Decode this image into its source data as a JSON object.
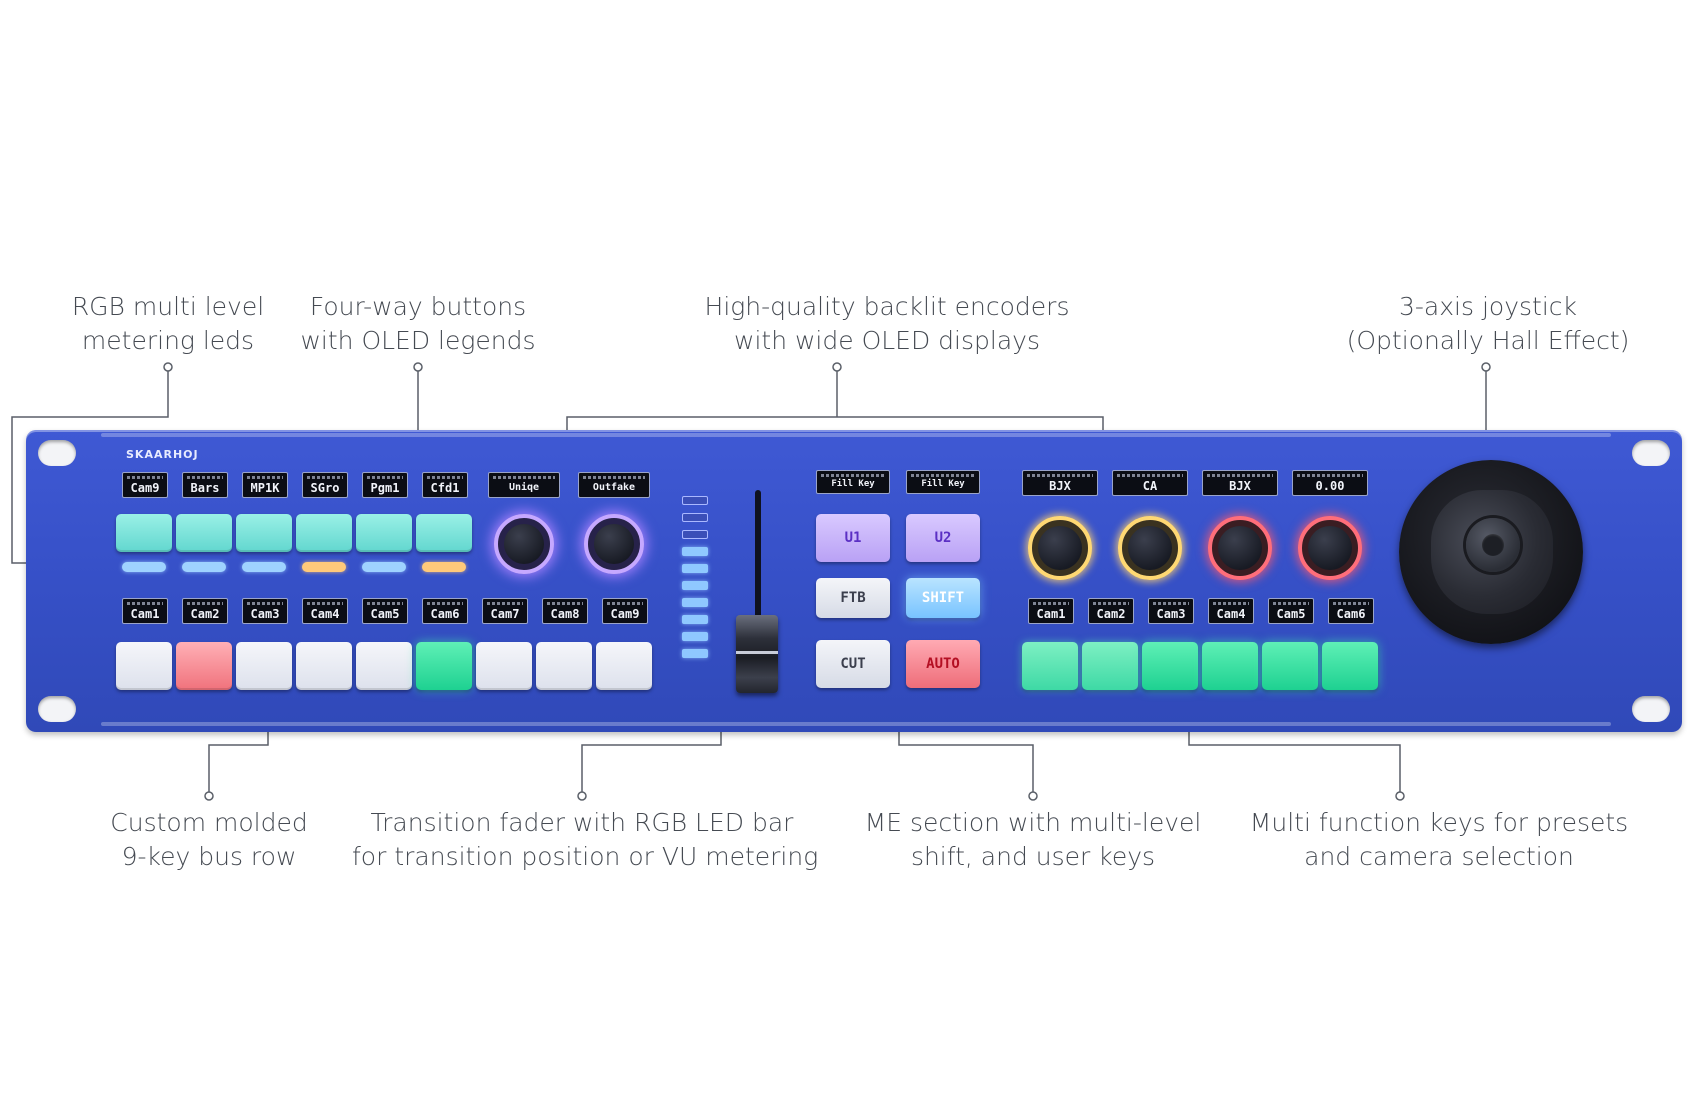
{
  "callouts": {
    "rgb_metering": [
      "RGB multi level",
      "metering leds"
    ],
    "four_way_buttons": [
      "Four-way buttons",
      "with OLED legends"
    ],
    "encoders": [
      "High-quality backlit encoders",
      "with wide OLED displays"
    ],
    "joystick": [
      "3-axis joystick",
      "(Optionally Hall Effect)"
    ],
    "bus_row": [
      "Custom molded",
      "9-key bus row"
    ],
    "fader": [
      "Transition fader with RGB LED bar",
      "for transition position or VU metering"
    ],
    "me_section": [
      "ME section with multi-level",
      "shift, and user keys"
    ],
    "multi_function": [
      "Multi function keys for presets",
      "and camera selection"
    ]
  },
  "panel": {
    "logo": "SKAARHOJ",
    "top_row_legends": [
      "Cam9",
      "Bars",
      "MP1K",
      "SGro",
      "Pgm1",
      "Cfd1"
    ],
    "encoder_left_legends": [
      "Uniqe",
      "Outfake"
    ],
    "led_colors": [
      "blue",
      "blue",
      "blue",
      "orange",
      "blue",
      "orange"
    ],
    "bus_legends": [
      "Cam1",
      "Cam2",
      "Cam3",
      "Cam4",
      "Cam5",
      "Cam6",
      "Cam7",
      "Cam8",
      "Cam9"
    ],
    "bus_key_colors": [
      "white",
      "red",
      "white",
      "white",
      "white",
      "green",
      "white",
      "white",
      "white"
    ],
    "me_oled_legends": [
      "Fill Key",
      "Fill Key"
    ],
    "me_buttons": {
      "u1": "U1",
      "u2": "U2",
      "ftb": "FTB",
      "shift": "SHIFT",
      "cut": "CUT",
      "auto": "AUTO"
    },
    "right_encoder_legends": [
      "BJX",
      "CA",
      "BJX",
      "0.00"
    ],
    "right_encoder_rings": [
      "yellow",
      "yellow",
      "red",
      "red"
    ],
    "camera_legends": [
      "Cam1",
      "Cam2",
      "Cam3",
      "Cam4",
      "Cam5",
      "Cam6"
    ],
    "meter_segments": 10,
    "colors": {
      "panel_blue": "#3650c7",
      "mint": "#62d7cf",
      "green": "#1ed191",
      "red": "#f0727c",
      "purple_ring": "#c6a8ff",
      "yellow_ring": "#ffd873",
      "red_ring": "#ff6e7a"
    }
  }
}
